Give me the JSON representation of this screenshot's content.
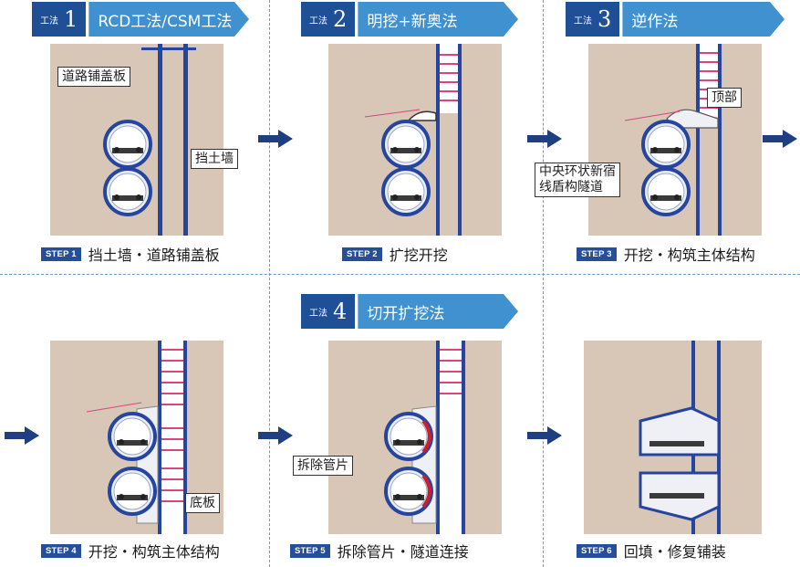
{
  "method_tag_text": "工法",
  "methods": [
    {
      "number": "1",
      "name": "RCD工法/CSM工法"
    },
    {
      "number": "2",
      "name": "明挖+新奥法"
    },
    {
      "number": "3",
      "name": "逆作法"
    },
    {
      "number": "4",
      "name": "切开扩挖法"
    }
  ],
  "steps": [
    {
      "badge": "STEP 1",
      "text": "挡土墙・道路铺盖板"
    },
    {
      "badge": "STEP 2",
      "text": "扩挖开挖"
    },
    {
      "badge": "STEP 3",
      "text": "开挖・构筑主体结构"
    },
    {
      "badge": "STEP 4",
      "text": "开挖・构筑主体结构"
    },
    {
      "badge": "STEP 5",
      "text": "拆除管片・隧道连接"
    },
    {
      "badge": "STEP 6",
      "text": "回填・修复铺装"
    }
  ],
  "callouts": {
    "road_cover": "道路铺盖板",
    "retaining_wall": "挡土墙",
    "roof": "顶部",
    "shield_line1": "中央环状新宿",
    "shield_line2": "线盾构隧道",
    "bottom_slab": "底板",
    "remove_segment": "拆除管片"
  },
  "colors": {
    "soil": "#d8c6b6",
    "header_dark": "#1f4f95",
    "header_light": "#3f91cf",
    "wall": "#2545a0",
    "strut": "#d8457a",
    "divider": "#6f97c8"
  }
}
